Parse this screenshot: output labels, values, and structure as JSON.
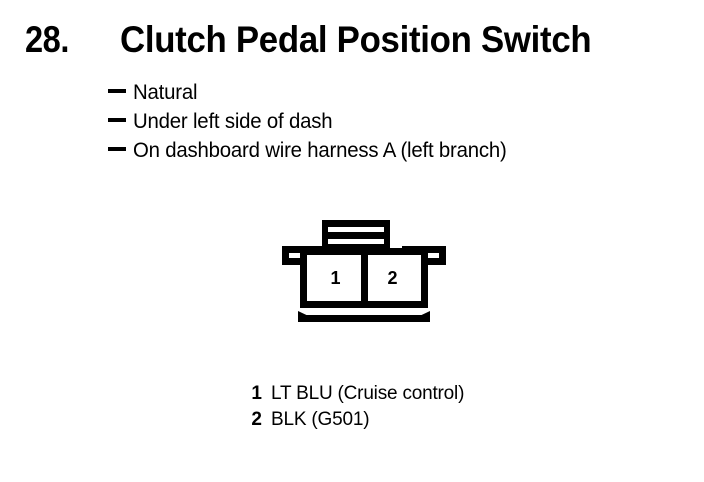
{
  "header": {
    "item_number": "28.",
    "title": "Clutch Pedal Position Switch"
  },
  "attributes": [
    {
      "dash": "–",
      "text": "Natural"
    },
    {
      "dash": "–",
      "text": "Under left side of dash"
    },
    {
      "dash": "–",
      "text": "On dashboard wire harness A (left branch)"
    }
  ],
  "connector": {
    "cavities": [
      {
        "pin": "1"
      },
      {
        "pin": "2"
      }
    ]
  },
  "pin_legend": [
    {
      "pin": "1",
      "description": "LT BLU (Cruise control)"
    },
    {
      "pin": "2",
      "description": "BLK (G501)"
    }
  ],
  "colors": {
    "ink": "#000000",
    "background": "#ffffff"
  }
}
